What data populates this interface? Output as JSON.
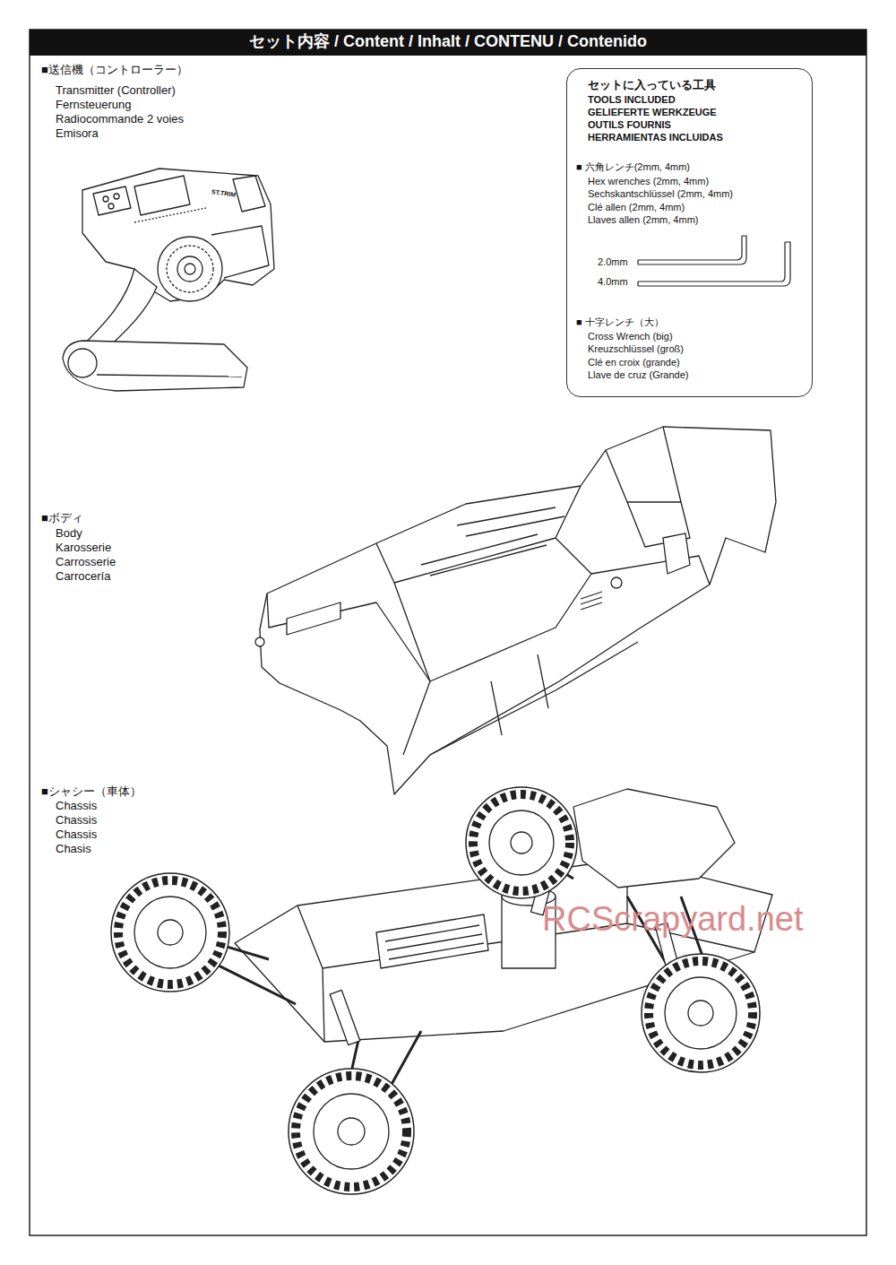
{
  "diagram": {
    "title": "セット内容 / Content / Inhalt  / CONTENU / Contenido",
    "nodes": [
      {
        "text": [
          "セットに入っている工具",
          "TOOLS INCLUDED",
          "GELIEFERTE WERKZEUGE",
          "OUTILS FOURNIS",
          "HERRAMIENTAS INCLUIDAS",
          "■ 六角レンチ(2mm, 4mm)",
          "Hex wrenches (2mm, 4mm)",
          "Sechskantschlüssel (2mm, 4mm)",
          "Clé allen (2mm, 4mm)",
          "Llaves allen (2mm, 4mm)",
          "2.0mm",
          "4.0mm",
          "■ 十字レンチ（大）",
          "Cross Wrench (big)",
          "Kreuzschlüssel (groß)",
          "Clé en croix (grande)",
          "Llave de cruz (Grande)"
        ]
      }
    ],
    "labels": [
      "■送信機（コントローラー）",
      "Transmitter (Controller)",
      "Fernsteuerung",
      "Radiocommande 2 voies",
      "Emisora",
      "■ボディ",
      "Body",
      "Karosserie",
      "Carrosserie",
      "Carrocería",
      "■シャシー（車体）",
      "Chassis",
      "Chassis",
      "Chassis",
      "Chasis",
      "ST.TRIM",
      "RCScrapyard.net"
    ]
  }
}
